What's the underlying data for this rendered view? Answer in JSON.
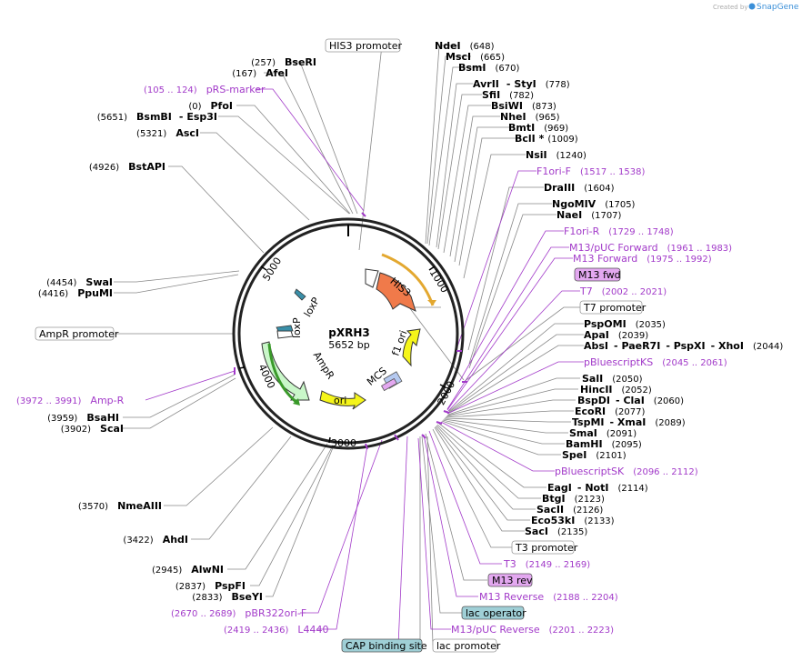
{
  "watermark": "Created by",
  "brand": "SnapGene",
  "map": {
    "name": "pXRH3",
    "size": "5652 bp"
  },
  "ticks": [
    "1000",
    "2000",
    "3000",
    "4000",
    "5000"
  ],
  "features": {
    "his3": "HIS3",
    "loxp1": "loxP",
    "loxp2": "loxP",
    "ampr": "AmpR",
    "ori": "ori",
    "f1ori": "f1 ori",
    "mcs": "MCS"
  },
  "enzymes_right": [
    {
      "name": "NdeI",
      "pos": "(648)"
    },
    {
      "name": "MscI",
      "pos": "(665)"
    },
    {
      "name": "BsmI",
      "pos": "(670)"
    },
    {
      "name": "AvrII",
      "name2": "StyI",
      "pos": "(778)"
    },
    {
      "name": "SfiI",
      "pos": "(782)"
    },
    {
      "name": "BsiWI",
      "pos": "(873)"
    },
    {
      "name": "NheI",
      "pos": "(965)"
    },
    {
      "name": "BmtI",
      "pos": "(969)"
    },
    {
      "name": "BclI *",
      "pos": "(1009)"
    },
    {
      "name": "NsiI",
      "pos": "(1240)"
    },
    {
      "name": "DraIII",
      "pos": "(1604)"
    },
    {
      "name": "NgoMIV",
      "pos": "(1705)"
    },
    {
      "name": "NaeI",
      "pos": "(1707)"
    },
    {
      "name": "PspOMI",
      "pos": "(2035)"
    },
    {
      "name": "ApaI",
      "pos": "(2039)"
    },
    {
      "name": "AbsI",
      "name2": "PaeR7I",
      "name3": "PspXI",
      "name4": "XhoI",
      "pos": "(2044)"
    },
    {
      "name": "SalI",
      "pos": "(2050)"
    },
    {
      "name": "HincII",
      "pos": "(2052)"
    },
    {
      "name": "BspDI",
      "name2": "ClaI",
      "pos": "(2060)"
    },
    {
      "name": "EcoRI",
      "pos": "(2077)"
    },
    {
      "name": "TspMI",
      "name2": "XmaI",
      "pos": "(2089)"
    },
    {
      "name": "SmaI",
      "pos": "(2091)"
    },
    {
      "name": "BamHI",
      "pos": "(2095)"
    },
    {
      "name": "SpeI",
      "pos": "(2101)"
    },
    {
      "name": "EagI",
      "name2": "NotI",
      "pos": "(2114)"
    },
    {
      "name": "BtgI",
      "pos": "(2123)"
    },
    {
      "name": "SacII",
      "pos": "(2126)"
    },
    {
      "name": "Eco53kI",
      "pos": "(2133)"
    },
    {
      "name": "SacI",
      "pos": "(2135)"
    }
  ],
  "enzymes_left": [
    {
      "name": "BseRI",
      "pos": "(257)"
    },
    {
      "name": "AfeI",
      "pos": "(167)"
    },
    {
      "name": "PfoI",
      "pos": "(0)"
    },
    {
      "name": "BsmBI",
      "name2": "Esp3I",
      "pos": "(5651)"
    },
    {
      "name": "AscI",
      "pos": "(5321)"
    },
    {
      "name": "BstAPI",
      "pos": "(4926)"
    },
    {
      "name": "SwaI",
      "pos": "(4454)"
    },
    {
      "name": "PpuMI",
      "pos": "(4416)"
    },
    {
      "name": "BsaHI",
      "pos": "(3959)"
    },
    {
      "name": "ScaI",
      "pos": "(3902)"
    },
    {
      "name": "NmeAIII",
      "pos": "(3570)"
    },
    {
      "name": "AhdI",
      "pos": "(3422)"
    },
    {
      "name": "AlwNI",
      "pos": "(2945)"
    },
    {
      "name": "PspFI",
      "pos": "(2837)"
    },
    {
      "name": "BseYI",
      "pos": "(2833)"
    }
  ],
  "primers": [
    {
      "name": "pRS-marker",
      "pos": "(105 .. 124)"
    },
    {
      "name": "F1ori-F",
      "pos": "(1517 .. 1538)"
    },
    {
      "name": "F1ori-R",
      "pos": "(1729 .. 1748)"
    },
    {
      "name": "M13/pUC Forward",
      "pos": "(1961 .. 1983)"
    },
    {
      "name": "M13 Forward",
      "pos": "(1975 .. 1992)"
    },
    {
      "name": "T7",
      "pos": "(2002 .. 2021)"
    },
    {
      "name": "pBluescriptKS",
      "pos": "(2045 .. 2061)"
    },
    {
      "name": "pBluescriptSK",
      "pos": "(2096 .. 2112)"
    },
    {
      "name": "T3",
      "pos": "(2149 .. 2169)"
    },
    {
      "name": "M13 Reverse",
      "pos": "(2188 .. 2204)"
    },
    {
      "name": "M13/pUC Reverse",
      "pos": "(2201 .. 2223)"
    },
    {
      "name": "Amp-R",
      "pos": "(3972 .. 3991)"
    },
    {
      "name": "pBR322ori-F",
      "pos": "(2670 .. 2689)"
    },
    {
      "name": "L4440",
      "pos": "(2419 .. 2436)"
    }
  ],
  "boxed": {
    "his3_promoter": "HIS3 promoter",
    "m13_fwd": "M13 fwd",
    "t7_promoter": "T7 promoter",
    "ampr_promoter": "AmpR promoter",
    "t3_promoter": "T3 promoter",
    "m13_rev": "M13 rev",
    "lac_operator": "lac operator",
    "cap_site": "CAP binding site",
    "lac_promoter": "lac promoter"
  },
  "colors": {
    "his3": "#f07a4a",
    "ampr": "#c9f7c9",
    "ori": "#f5f51a",
    "f1ori": "#f5f51a",
    "loxp": "#3a8fa8",
    "primer": "#a23ac9",
    "box_purple": "#e3a8f0",
    "box_blue": "#9fcfd6"
  }
}
